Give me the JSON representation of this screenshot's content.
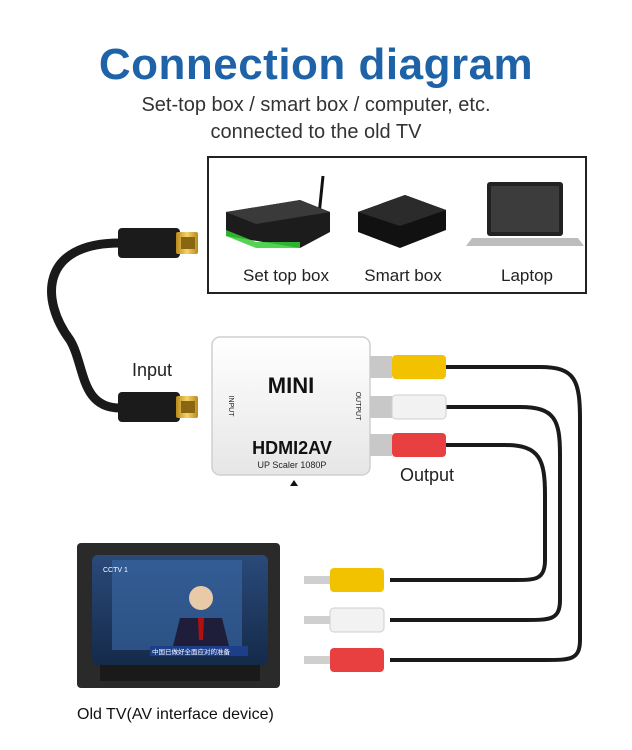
{
  "title": "Connection diagram",
  "subtitle_line1": "Set-top box / smart box / computer, etc.",
  "subtitle_line2": "connected to the old TV",
  "devices": {
    "set_top_box": "Set top box",
    "smart_box": "Smart box",
    "laptop": "Laptop"
  },
  "converter": {
    "brand": "MINI",
    "model": "HDMI2AV",
    "spec": "UP Scaler 1080P",
    "input_port": "INPUT",
    "output_port": "OUTPUT"
  },
  "labels": {
    "input": "Input",
    "output": "Output",
    "tv": "Old TV(AV interface device)"
  },
  "tv_screen": {
    "channel_logo": "CCTV 1",
    "caption": "中国已做好全面应对的准备"
  },
  "colors": {
    "title": "#1e63a8",
    "rca_yellow": "#f2c200",
    "rca_white": "#f2f2f2",
    "rca_red": "#e84040",
    "cable": "#1a1a1a"
  },
  "icons": [
    "hdmi-plug-icon",
    "set-top-box-icon",
    "smart-box-icon",
    "laptop-icon",
    "rca-plug-icon",
    "crt-tv-icon"
  ]
}
